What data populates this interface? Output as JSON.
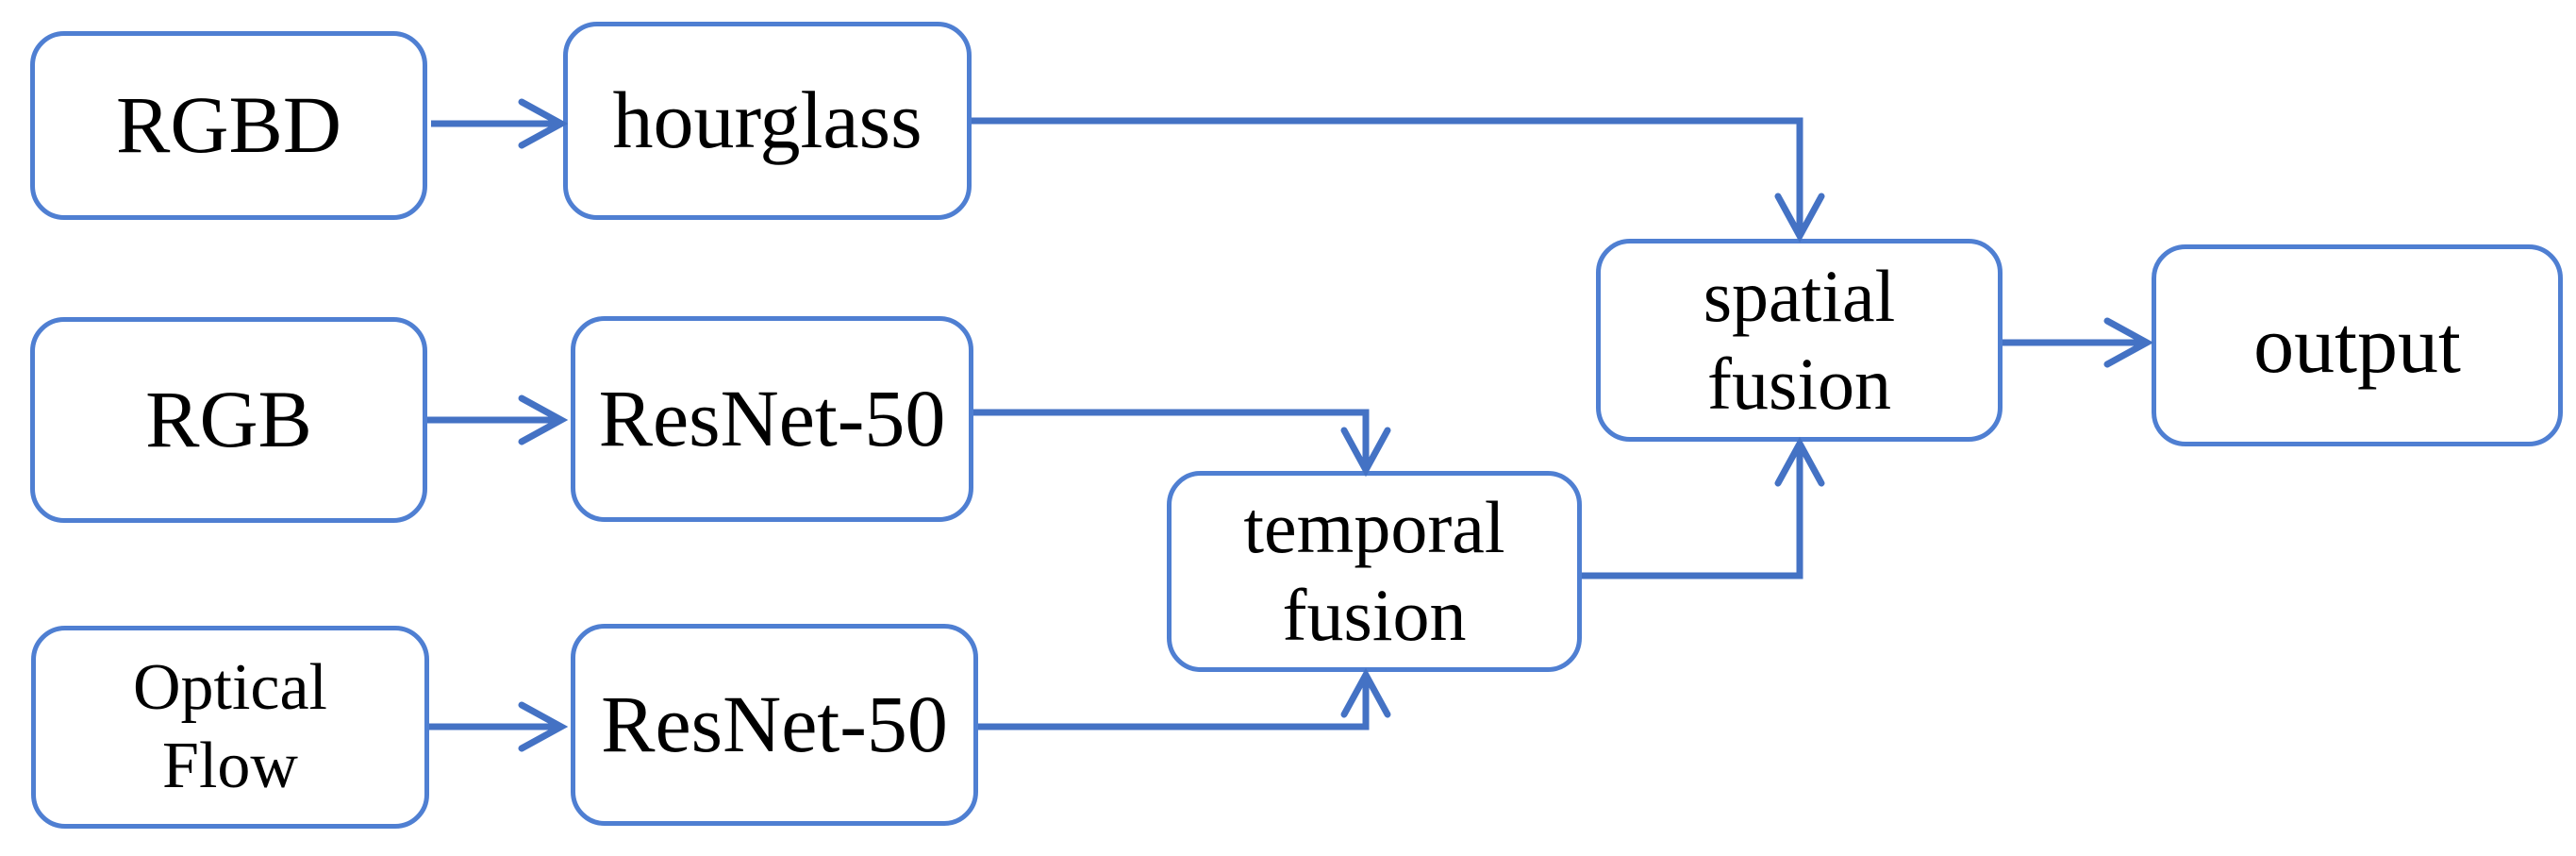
{
  "colors": {
    "connector_blue": "#4472c4",
    "box_border_blue": "#4f7fd2",
    "text_color": "#000000",
    "background": "#ffffff"
  },
  "nodes": {
    "rgbd": {
      "line1": "RGBD",
      "line2": ""
    },
    "hourglass": {
      "line1": "hourglass",
      "line2": ""
    },
    "rgb": {
      "line1": "RGB",
      "line2": ""
    },
    "resnet_mid": {
      "line1": "ResNet-50",
      "line2": ""
    },
    "optical_flow": {
      "line1": "Optical",
      "line2": "Flow"
    },
    "resnet_bottom": {
      "line1": "ResNet-50",
      "line2": ""
    },
    "temporal_fusion": {
      "line1": "temporal",
      "line2": "fusion"
    },
    "spatial_fusion": {
      "line1": "spatial",
      "line2": "fusion"
    },
    "output": {
      "line1": "output",
      "line2": ""
    }
  },
  "connections": [
    {
      "from": "RGBD",
      "to": "hourglass"
    },
    {
      "from": "hourglass",
      "to": "spatial fusion"
    },
    {
      "from": "RGB",
      "to": "ResNet-50"
    },
    {
      "from": "ResNet-50 (RGB branch)",
      "to": "temporal fusion"
    },
    {
      "from": "Optical Flow",
      "to": "ResNet-50"
    },
    {
      "from": "ResNet-50 (Optical Flow branch)",
      "to": "temporal fusion"
    },
    {
      "from": "temporal fusion",
      "to": "spatial fusion"
    },
    {
      "from": "spatial fusion",
      "to": "output"
    }
  ]
}
